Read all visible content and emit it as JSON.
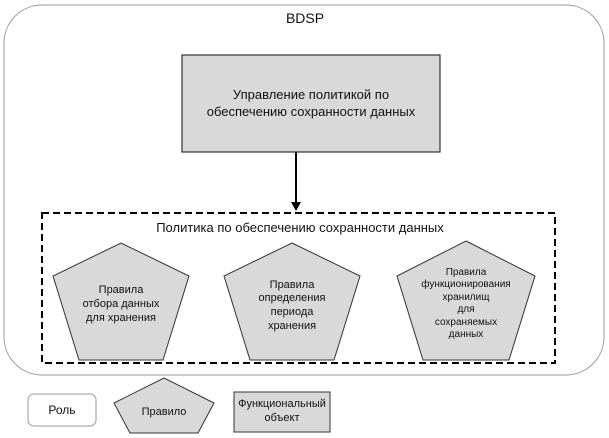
{
  "title": "BDSP",
  "management_box": "Управление политикой по\nобеспечению сохранности данных",
  "policy_group": {
    "title": "Политика по обеспечению сохранности данных",
    "rules": [
      "Правила\nотбора данных\nдля хранения",
      "Правила\nопределения\nпериода\nхранения",
      "Правила\nфункционирования\nхранилищ\nдля\nсохраняемых\nданных"
    ]
  },
  "legend": {
    "role": "Роль",
    "rule": "Правило",
    "functional_object": "Функциональный\nобъект"
  },
  "colors": {
    "fill": "#d9d9d9",
    "stroke": "#333333"
  }
}
